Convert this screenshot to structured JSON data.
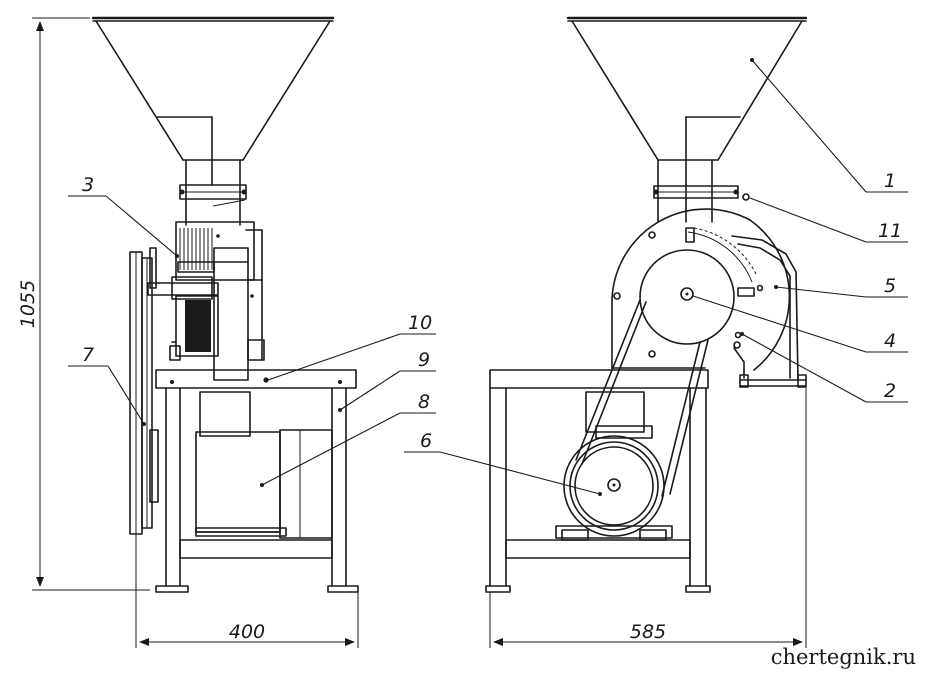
{
  "parts": [
    {
      "id": "part-1",
      "label": "1"
    },
    {
      "id": "part-2",
      "label": "2"
    },
    {
      "id": "part-3",
      "label": "3"
    },
    {
      "id": "part-4",
      "label": "4"
    },
    {
      "id": "part-5",
      "label": "5"
    },
    {
      "id": "part-6",
      "label": "6"
    },
    {
      "id": "part-7",
      "label": "7"
    },
    {
      "id": "part-8",
      "label": "8"
    },
    {
      "id": "part-9",
      "label": "9"
    },
    {
      "id": "part-10",
      "label": "10"
    },
    {
      "id": "part-11",
      "label": "11"
    }
  ],
  "dimensions": {
    "height": "1055",
    "width_side": "400",
    "width_front": "585"
  },
  "watermark": "chertegnik.ru"
}
